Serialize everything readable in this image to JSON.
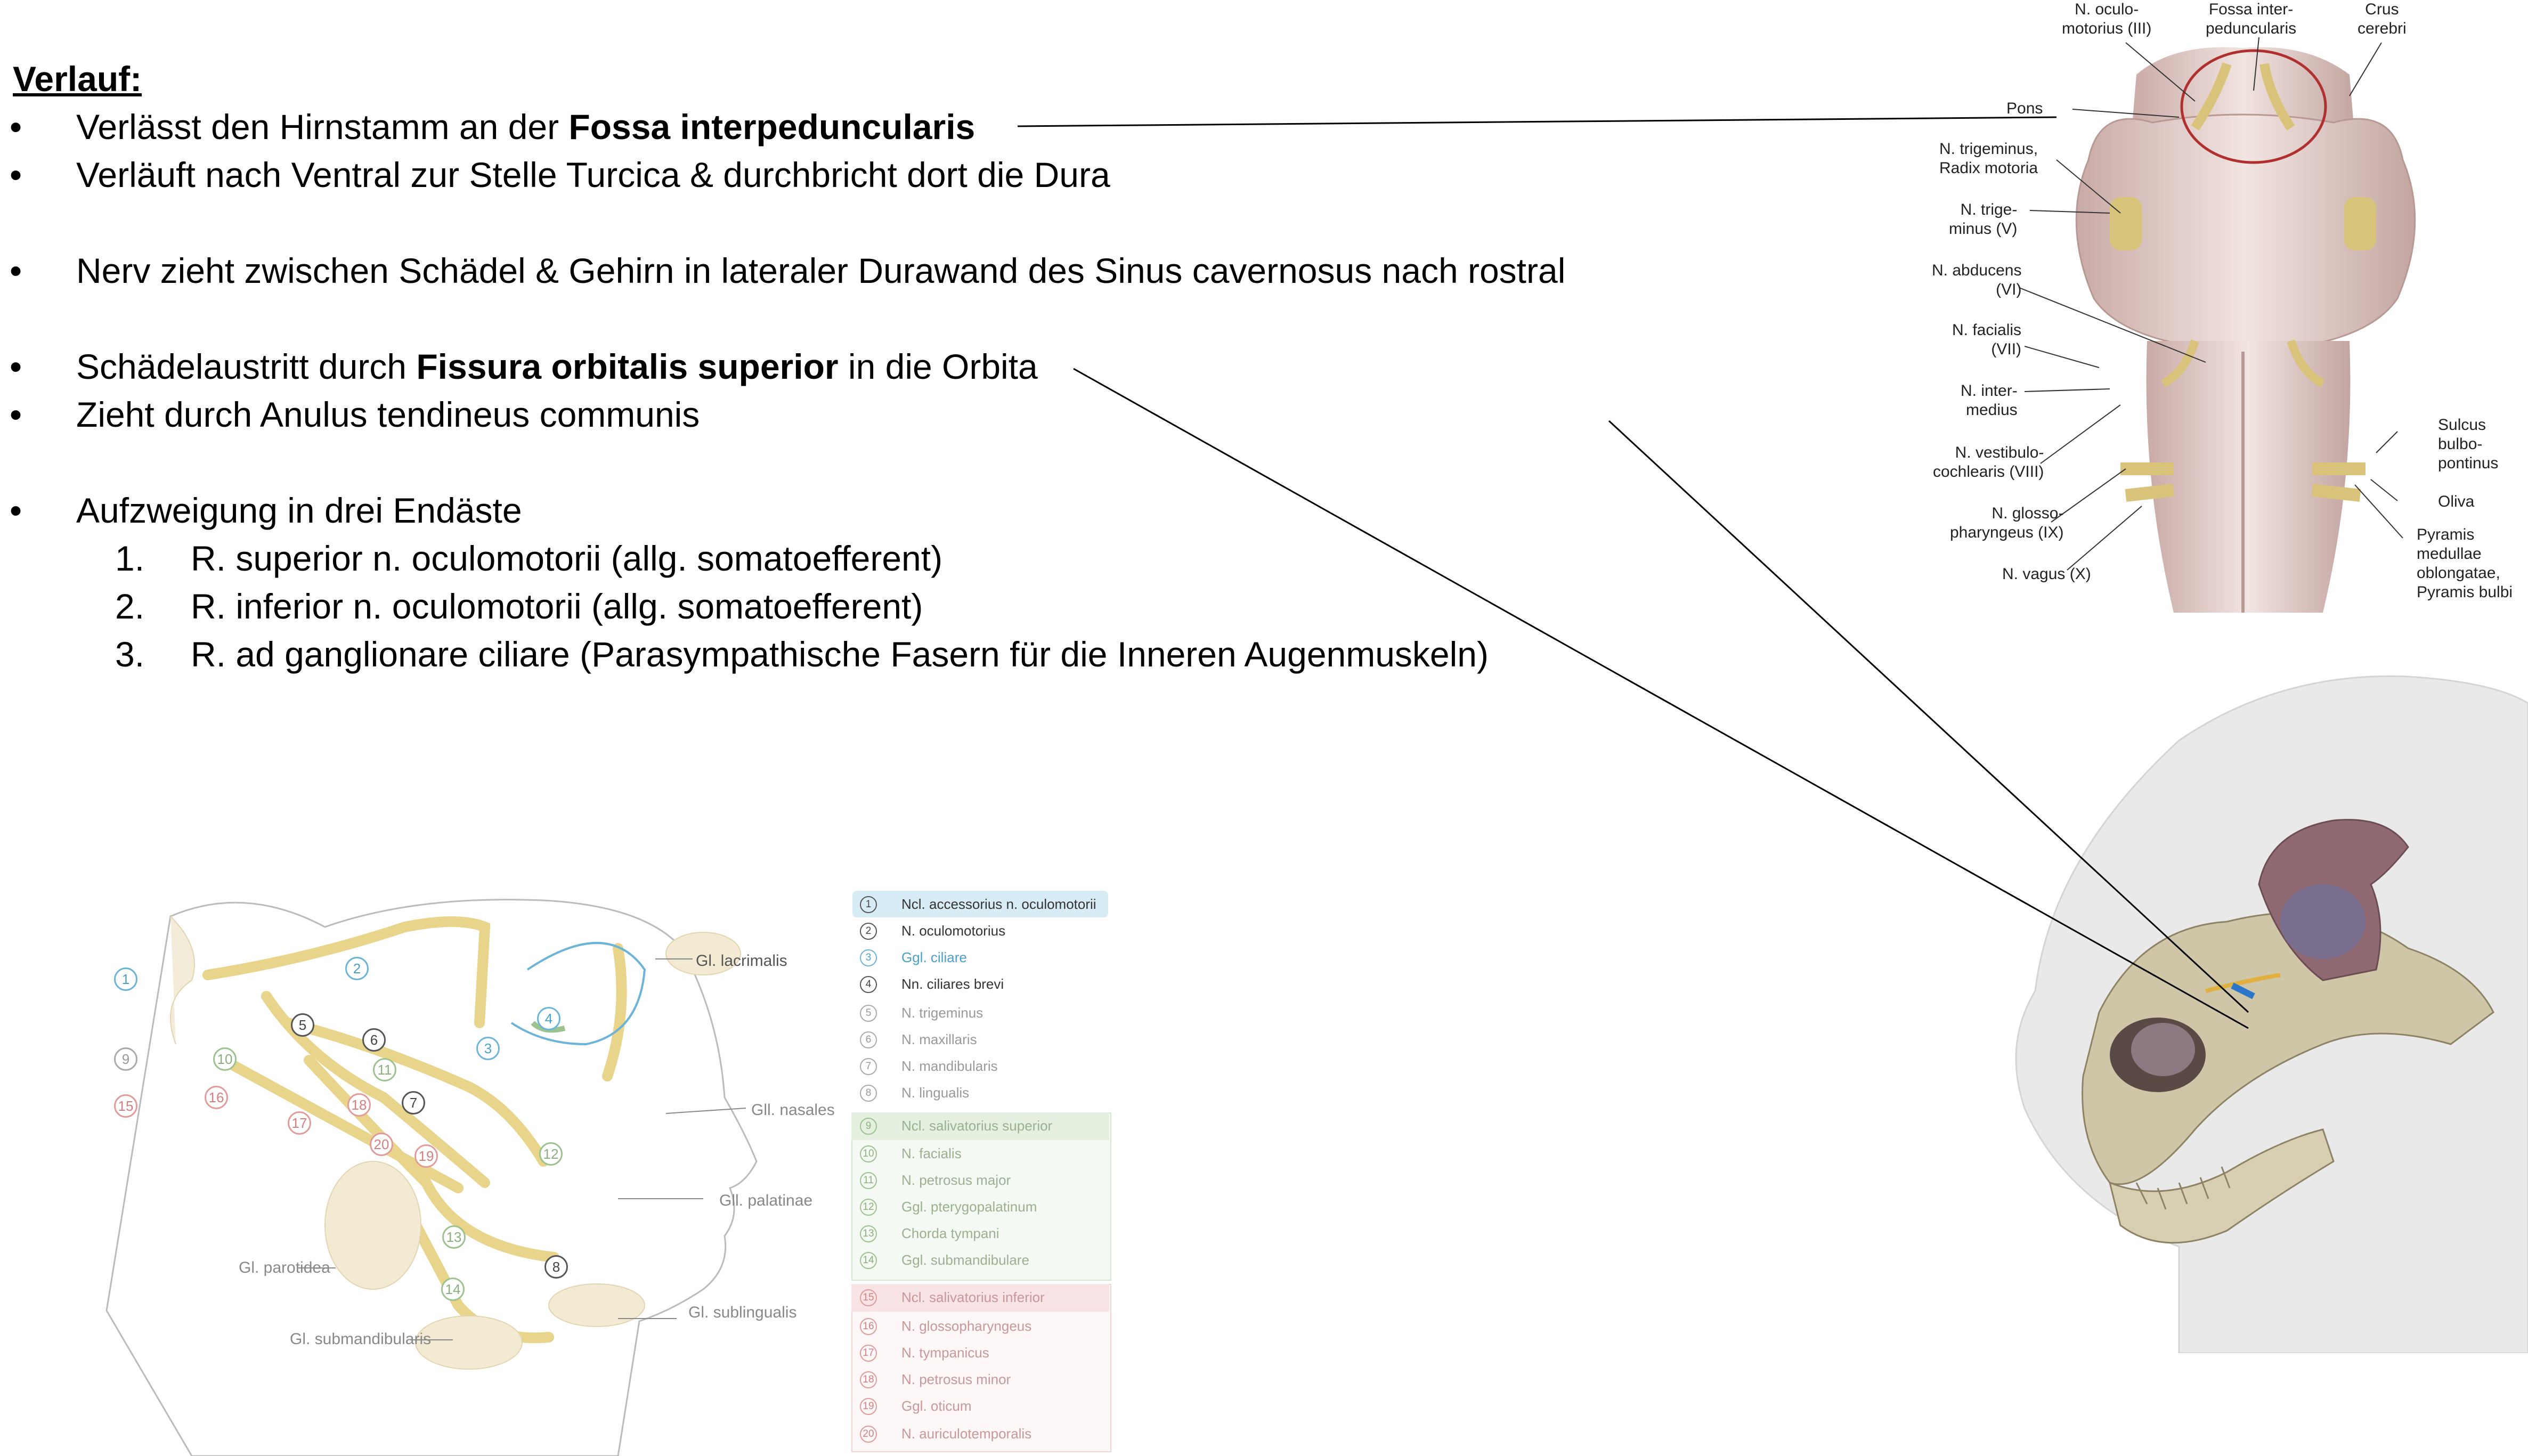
{
  "text": {
    "heading": "Verlauf:",
    "bullet": "•",
    "b1_pre": "Verlässt den Hirnstamm an der ",
    "b1_bold": "Fossa interpeduncularis",
    "b2": "Verläuft nach Ventral zur Stelle Turcica & durchbricht dort die Dura",
    "b3": "Nerv zieht zwischen Schädel & Gehirn in lateraler Durawand des Sinus cavernosus nach rostral",
    "b4_pre": "Schädelaustritt durch ",
    "b4_bold": "Fissura orbitalis superior",
    "b4_post": " in die Orbita",
    "b5": "Zieht durch Anulus tendineus communis",
    "b6": "Aufzweigung in drei Endäste",
    "n1_num": "1.",
    "n1": "R. superior n. oculomotorii (allg. somatoefferent)",
    "n2_num": "2.",
    "n2": "R. inferior n. oculomotorii (allg. somatoefferent)",
    "n3_num": "3.",
    "n3": "R. ad ganglionare ciliare (Parasympathische Fasern für die Inneren Augenmuskeln)"
  },
  "brainstem": {
    "l_oculo": "N. oculo-\nmotorius (III)",
    "l_fossa": "Fossa inter-\npeduncularis",
    "l_crus": "Crus\ncerebri",
    "l_pons": "Pons",
    "l_trig_motor": "N. trigeminus,\nRadix motoria",
    "l_trig": "N. trige-\nminus (V)",
    "l_abd": "N. abducens\n(VI)",
    "l_fac": "N. facialis\n(VII)",
    "l_inter": "N. inter-\nmedius",
    "l_vest": "N. vestibulo-\ncochlearis (VIII)",
    "l_gloss": "N. glosso-\npharyngeus (IX)",
    "l_vagus": "N. vagus (X)",
    "l_sulcus": "Sulcus\nbulbo-\npontinus",
    "l_oliva": "Oliva",
    "l_pyr": "Pyramis\nmedullae\noblongatae,\nPyramis bulbi"
  },
  "diagram": {
    "gl_lacrimalis": "Gl. lacrimalis",
    "gl_nasales": "Gll. nasales",
    "gl_palatinae": "Gll. palatinae",
    "gl_parotidea": "Gl. parotidea",
    "gl_sublingualis": "Gl. sublingualis",
    "gl_submandibularis": "Gl. submandibularis",
    "markers": [
      "1",
      "2",
      "3",
      "4",
      "5",
      "6",
      "7",
      "8",
      "9",
      "10",
      "11",
      "12",
      "13",
      "14",
      "15",
      "16",
      "17",
      "18",
      "19",
      "20"
    ]
  },
  "legend": [
    {
      "num": "1",
      "label": "Ncl. accessorius n. oculomotorii"
    },
    {
      "num": "2",
      "label": "N. oculomotorius"
    },
    {
      "num": "3",
      "label": "Ggl. ciliare"
    },
    {
      "num": "4",
      "label": "Nn. ciliares brevi"
    },
    {
      "num": "5",
      "label": "N. trigeminus"
    },
    {
      "num": "6",
      "label": "N. maxillaris"
    },
    {
      "num": "7",
      "label": "N. mandibularis"
    },
    {
      "num": "8",
      "label": "N. lingualis"
    },
    {
      "num": "9",
      "label": "Ncl. salivatorius superior"
    },
    {
      "num": "10",
      "label": "N. facialis"
    },
    {
      "num": "11",
      "label": "N. petrosus major"
    },
    {
      "num": "12",
      "label": "Ggl. pterygopalatinum"
    },
    {
      "num": "13",
      "label": "Chorda tympani"
    },
    {
      "num": "14",
      "label": "Ggl. submandibulare"
    },
    {
      "num": "15",
      "label": "Ncl. salivatorius inferior"
    },
    {
      "num": "16",
      "label": "N. glossopharyngeus"
    },
    {
      "num": "17",
      "label": "N. tympanicus"
    },
    {
      "num": "18",
      "label": "N. petrosus minor"
    },
    {
      "num": "19",
      "label": "Ggl. oticum"
    },
    {
      "num": "20",
      "label": "N. auriculotemporalis"
    }
  ],
  "colors": {
    "nerve_yellow": "#e8d48a",
    "highlight_red": "#b03030",
    "blue": "#6bb4d8",
    "green": "#9cc28f",
    "red": "#e39a9a"
  }
}
